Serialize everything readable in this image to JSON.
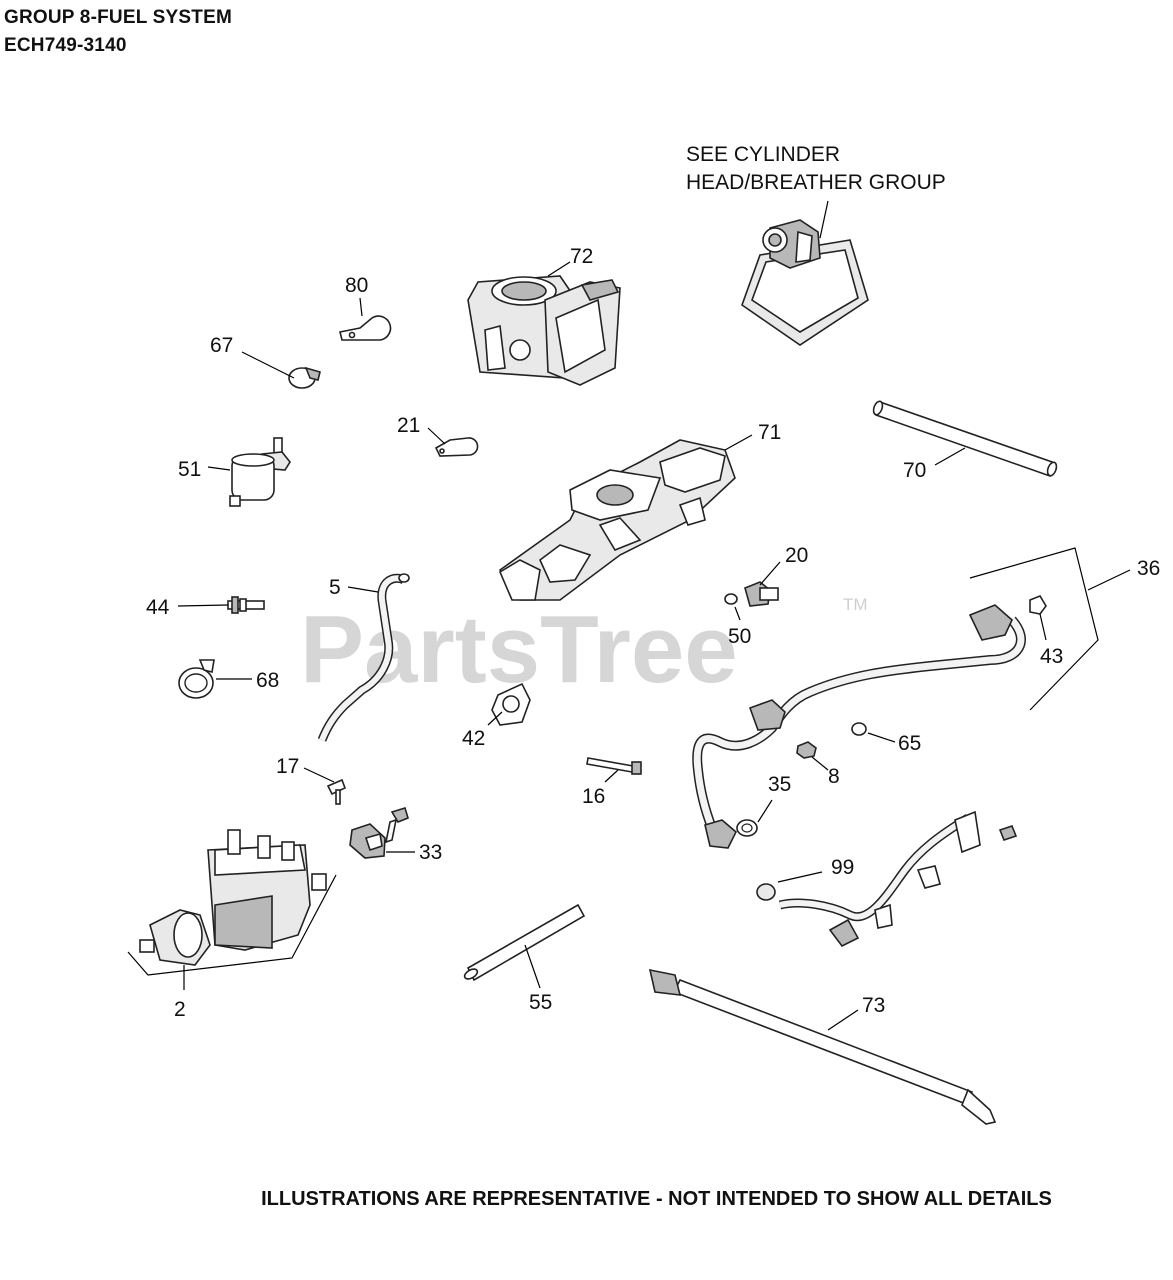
{
  "header": {
    "title": "GROUP 8-FUEL SYSTEM",
    "model": "ECH749-3140"
  },
  "note": {
    "line1": "SEE CYLINDER",
    "line2": "HEAD/BREATHER GROUP"
  },
  "watermark": {
    "text": "PartsTree",
    "tm": "TM"
  },
  "callouts": {
    "c2": "2",
    "c5": "5",
    "c8": "8",
    "c16": "16",
    "c17": "17",
    "c20": "20",
    "c21": "21",
    "c33": "33",
    "c35": "35",
    "c36": "36",
    "c42": "42",
    "c43": "43",
    "c44": "44",
    "c50": "50",
    "c51": "51",
    "c55": "55",
    "c65": "65",
    "c67": "67",
    "c68": "68",
    "c70": "70",
    "c71": "71",
    "c72": "72",
    "c73": "73",
    "c80": "80",
    "c99": "99"
  },
  "footer": "ILLUSTRATIONS ARE REPRESENTATIVE - NOT INTENDED TO SHOW ALL DETAILS"
}
